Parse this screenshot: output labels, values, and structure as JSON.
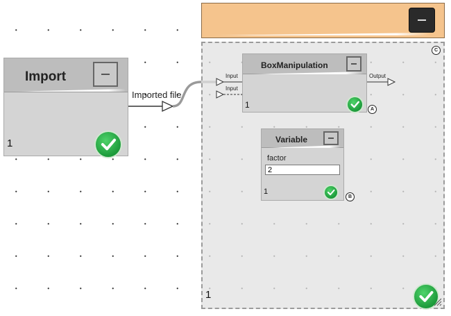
{
  "import_node": {
    "title": "Import",
    "count": "1"
  },
  "edge": {
    "label": "Imported file"
  },
  "container": {
    "count": "1",
    "badge": "C"
  },
  "box_node": {
    "title": "BoxManipulation",
    "input_labels": [
      "Input",
      "Input"
    ],
    "output_label": "Output",
    "count": "1",
    "badge": "A"
  },
  "variable_node": {
    "title": "Variable",
    "field_label": "factor",
    "field_value": "2",
    "count": "1",
    "badge": "B"
  },
  "colors": {
    "container_header": "#f5c48d",
    "container_bg": "#e9e9e9",
    "node_bg": "#d4d4d4",
    "status_ok": "#2db34a"
  },
  "icons": [
    "minimize-icon",
    "check-icon",
    "port-arrow-icon"
  ]
}
